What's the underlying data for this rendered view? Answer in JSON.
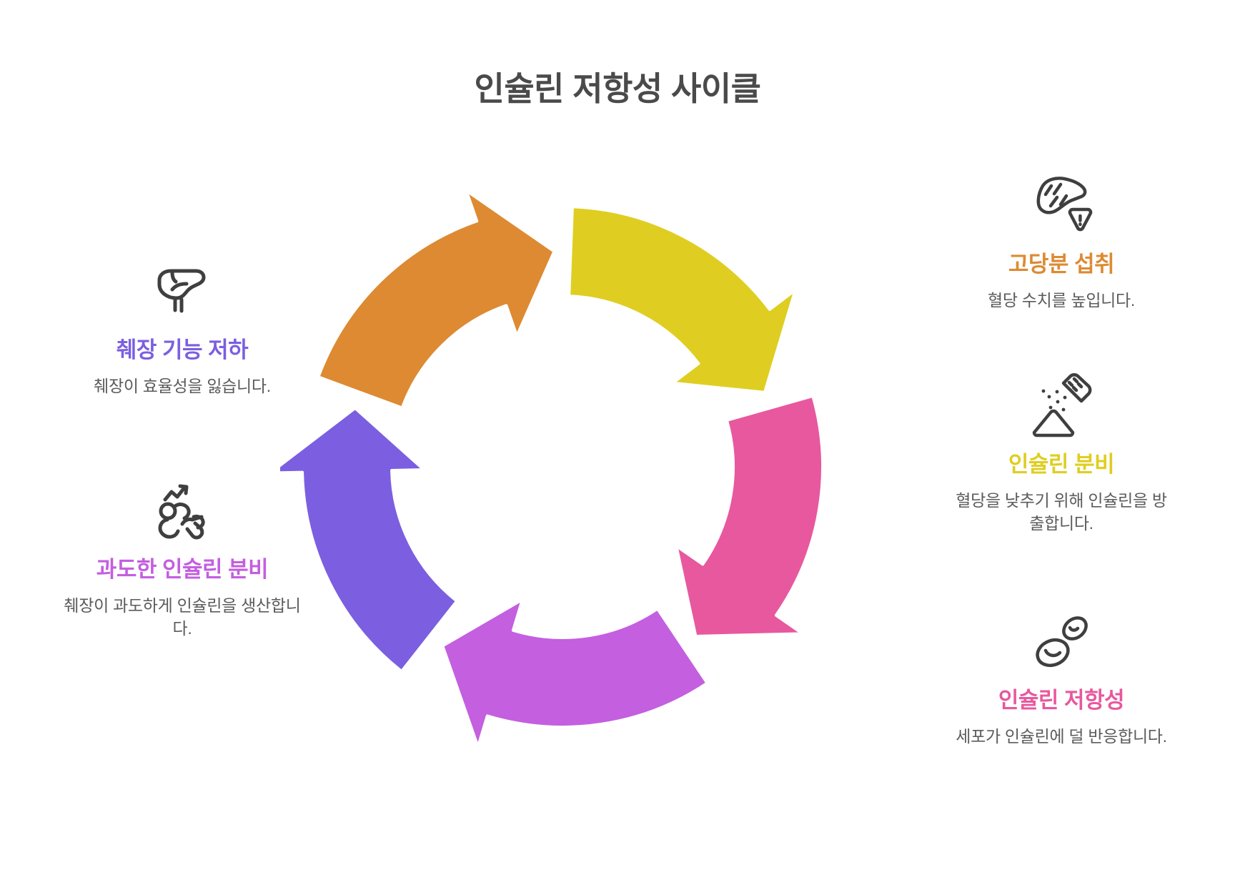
{
  "title": "인슐린 저항성 사이클",
  "colors": {
    "orange": "#DD8A32",
    "yellow": "#DFCE21",
    "pink": "#E8589E",
    "magenta": "#C45FE0",
    "purple": "#7B5FE0",
    "text_dark": "#4a4a4a",
    "text_body": "#5b5b5b",
    "icon_stroke": "#3f3f3f",
    "background": "#ffffff"
  },
  "chart_data": {
    "type": "cycle",
    "title": "인슐린 저항성 사이클",
    "segments": 5,
    "direction": "clockwise",
    "steps": [
      {
        "order": 1,
        "label": "고당분 섭취",
        "color": "#DD8A32",
        "side": "right",
        "angle_start": -72,
        "angle_end": 0
      },
      {
        "order": 2,
        "label": "인슐린 분비",
        "color": "#DFCE21",
        "side": "right",
        "angle_start": 0,
        "angle_end": 72
      },
      {
        "order": 3,
        "label": "인슐린 저항성",
        "color": "#E8589E",
        "side": "right",
        "angle_start": 72,
        "angle_end": 144
      },
      {
        "order": 4,
        "label": "과도한 인슐린 분비",
        "color": "#C45FE0",
        "side": "left",
        "angle_start": 144,
        "angle_end": 216
      },
      {
        "order": 5,
        "label": "췌장 기능 저하",
        "color": "#7B5FE0",
        "side": "left",
        "angle_start": 216,
        "angle_end": 288
      }
    ]
  },
  "left_column": [
    {
      "id": "pancreas-decline",
      "icon": "liver-icon",
      "heading": "췌장 기능 저하",
      "description": "췌장이 효율성을 잃습니다.",
      "color": "#7B5FE0"
    },
    {
      "id": "excess-insulin",
      "icon": "cells-rising-trend-icon",
      "heading": "과도한 인슐린 분비",
      "description": "췌장이 과도하게 인슐린을 생산합니다.",
      "color": "#C45FE0"
    }
  ],
  "right_column": [
    {
      "id": "high-sugar",
      "icon": "sugar-warning-icon",
      "heading": "고당분 섭취",
      "description": "혈당 수치를 높입니다.",
      "color": "#DD8A32"
    },
    {
      "id": "insulin-secretion",
      "icon": "salt-shaker-icon",
      "heading": "인슐린 분비",
      "description": "혈당을 낮추기 위해 인슐린을 방출합니다.",
      "color": "#DFCE21"
    },
    {
      "id": "insulin-resistance",
      "icon": "blood-cells-icon",
      "heading": "인슐린 저항성",
      "description": "세포가 인슐린에 덜 반응합니다.",
      "color": "#E8589E"
    }
  ]
}
